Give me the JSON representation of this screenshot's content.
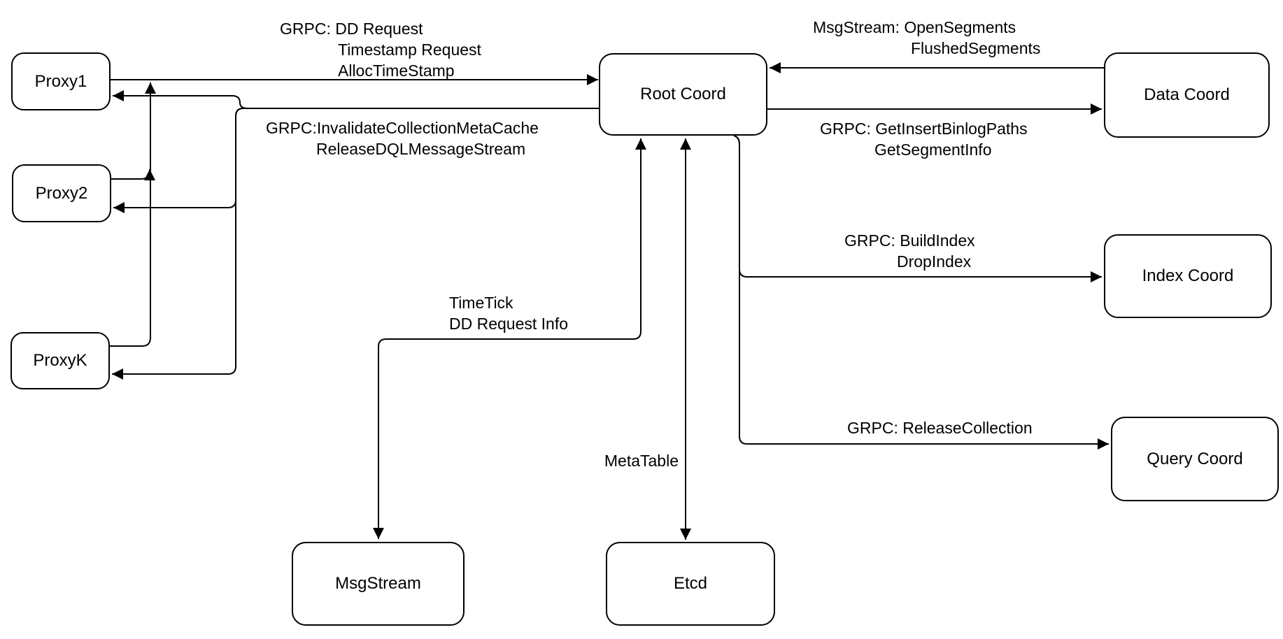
{
  "nodes": {
    "proxy1": {
      "label": "Proxy1"
    },
    "proxy2": {
      "label": "Proxy2"
    },
    "proxyk": {
      "label": "ProxyK"
    },
    "root_coord": {
      "label": "Root Coord"
    },
    "data_coord": {
      "label": "Data Coord"
    },
    "index_coord": {
      "label": "Index Coord"
    },
    "query_coord": {
      "label": "Query Coord"
    },
    "msgstream": {
      "label": "MsgStream"
    },
    "etcd": {
      "label": "Etcd"
    }
  },
  "edge_labels": {
    "proxy_to_root": {
      "line1": "GRPC: DD Request",
      "line2": "Timestamp Request",
      "line3": "AllocTimeStamp"
    },
    "root_to_proxy": {
      "line1": "GRPC:InvalidateCollectionMetaCache",
      "line2": "ReleaseDQLMessageStream"
    },
    "data_to_root": {
      "line1": "MsgStream: OpenSegments",
      "line2": "FlushedSegments"
    },
    "root_to_data": {
      "line1": "GRPC: GetInsertBinlogPaths",
      "line2": "GetSegmentInfo"
    },
    "root_to_index": {
      "line1": "GRPC: BuildIndex",
      "line2": "DropIndex"
    },
    "root_to_query": {
      "line1": "GRPC: ReleaseCollection"
    },
    "root_to_msgstream": {
      "line1": "TimeTick",
      "line2": "DD Request Info"
    },
    "root_to_etcd": {
      "line1": "MetaTable"
    }
  },
  "colors": {
    "background": "#ffffff",
    "node_fill": "#ffffff",
    "stroke": "#000000",
    "text": "#000000"
  }
}
